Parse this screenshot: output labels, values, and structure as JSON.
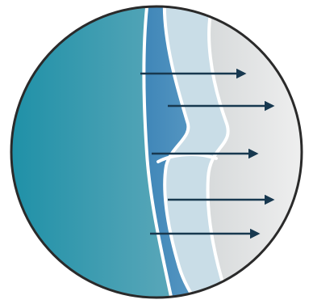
{
  "diagram": {
    "colors": {
      "outer_dark": "#1b8fa6",
      "outer_mid": "#5aa7b9",
      "outer_light": "#9cc4cf",
      "layer_blue_dark": "#3f86b8",
      "layer_blue_light": "#8ebfd9",
      "layer_pale": "#c9dde7",
      "right_white": "#f1f1f1",
      "right_gray": "#d7dadb",
      "boundary_white": "#ffffff",
      "outline": "#2a2a2a",
      "arrow": "#17384f"
    },
    "arrows": [
      {
        "id": "arrow-1",
        "icon": "right-arrow-icon"
      },
      {
        "id": "arrow-2",
        "icon": "right-arrow-icon"
      },
      {
        "id": "arrow-3",
        "icon": "right-arrow-icon"
      },
      {
        "id": "arrow-4",
        "icon": "right-arrow-icon"
      },
      {
        "id": "arrow-5",
        "icon": "right-arrow-icon"
      }
    ]
  }
}
